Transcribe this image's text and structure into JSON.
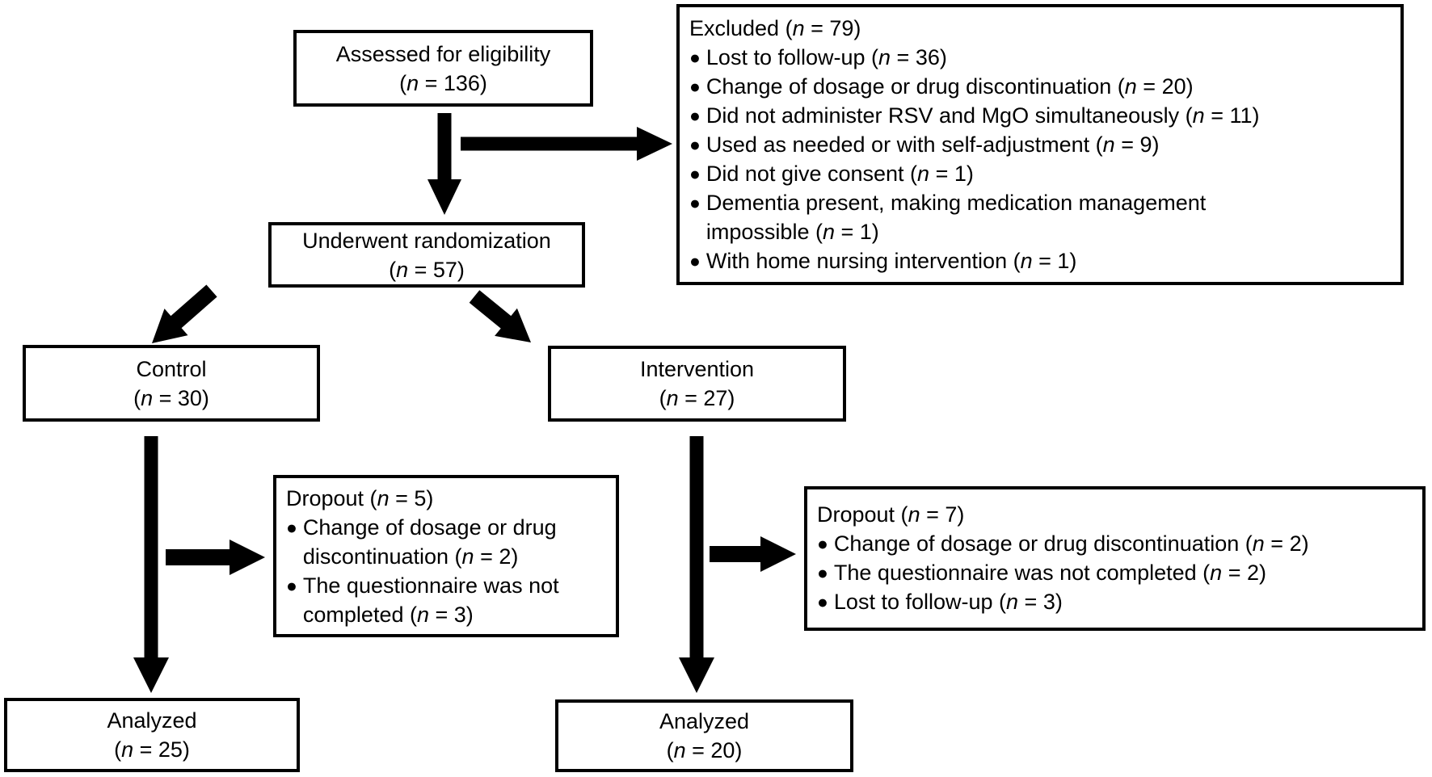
{
  "figure": {
    "type": "consort-flow-diagram"
  },
  "colors": {
    "background": "#ffffff",
    "box_border": "#000000",
    "text": "#000000",
    "arrow": "#000000"
  },
  "boxes": {
    "assessed": {
      "title": "Assessed for eligibility",
      "count": "(n = 136)"
    },
    "excluded": {
      "title": "Excluded (n = 79)",
      "items": [
        "Lost to follow-up (n = 36)",
        "Change of dosage or drug discontinuation (n = 20)",
        "Did not administer RSV and MgO simultaneously (n = 11)",
        "Used as needed or with self-adjustment (n = 9)",
        "Did not give consent (n = 1)",
        "Dementia present, making medication management\nimpossible (n = 1)",
        "With home nursing intervention (n = 1)"
      ]
    },
    "randomization": {
      "title": "Underwent randomization",
      "count": "(n = 57)"
    },
    "control": {
      "title": "Control",
      "count": "(n = 30)"
    },
    "intervention": {
      "title": "Intervention",
      "count": "(n = 27)"
    },
    "dropout_control": {
      "title": "Dropout (n = 5)",
      "items": [
        "Change of dosage or drug\ndiscontinuation (n = 2)",
        "The questionnaire was not\ncompleted (n = 3)"
      ]
    },
    "dropout_intervention": {
      "title": "Dropout (n = 7)",
      "items": [
        "Change of dosage or drug discontinuation (n = 2)",
        "The questionnaire was not completed (n = 2)",
        "Lost to follow-up (n = 3)"
      ]
    },
    "analyzed_control": {
      "title": "Analyzed",
      "count": "(n = 25)"
    },
    "analyzed_intervention": {
      "title": "Analyzed",
      "count": "(n = 20)"
    }
  }
}
